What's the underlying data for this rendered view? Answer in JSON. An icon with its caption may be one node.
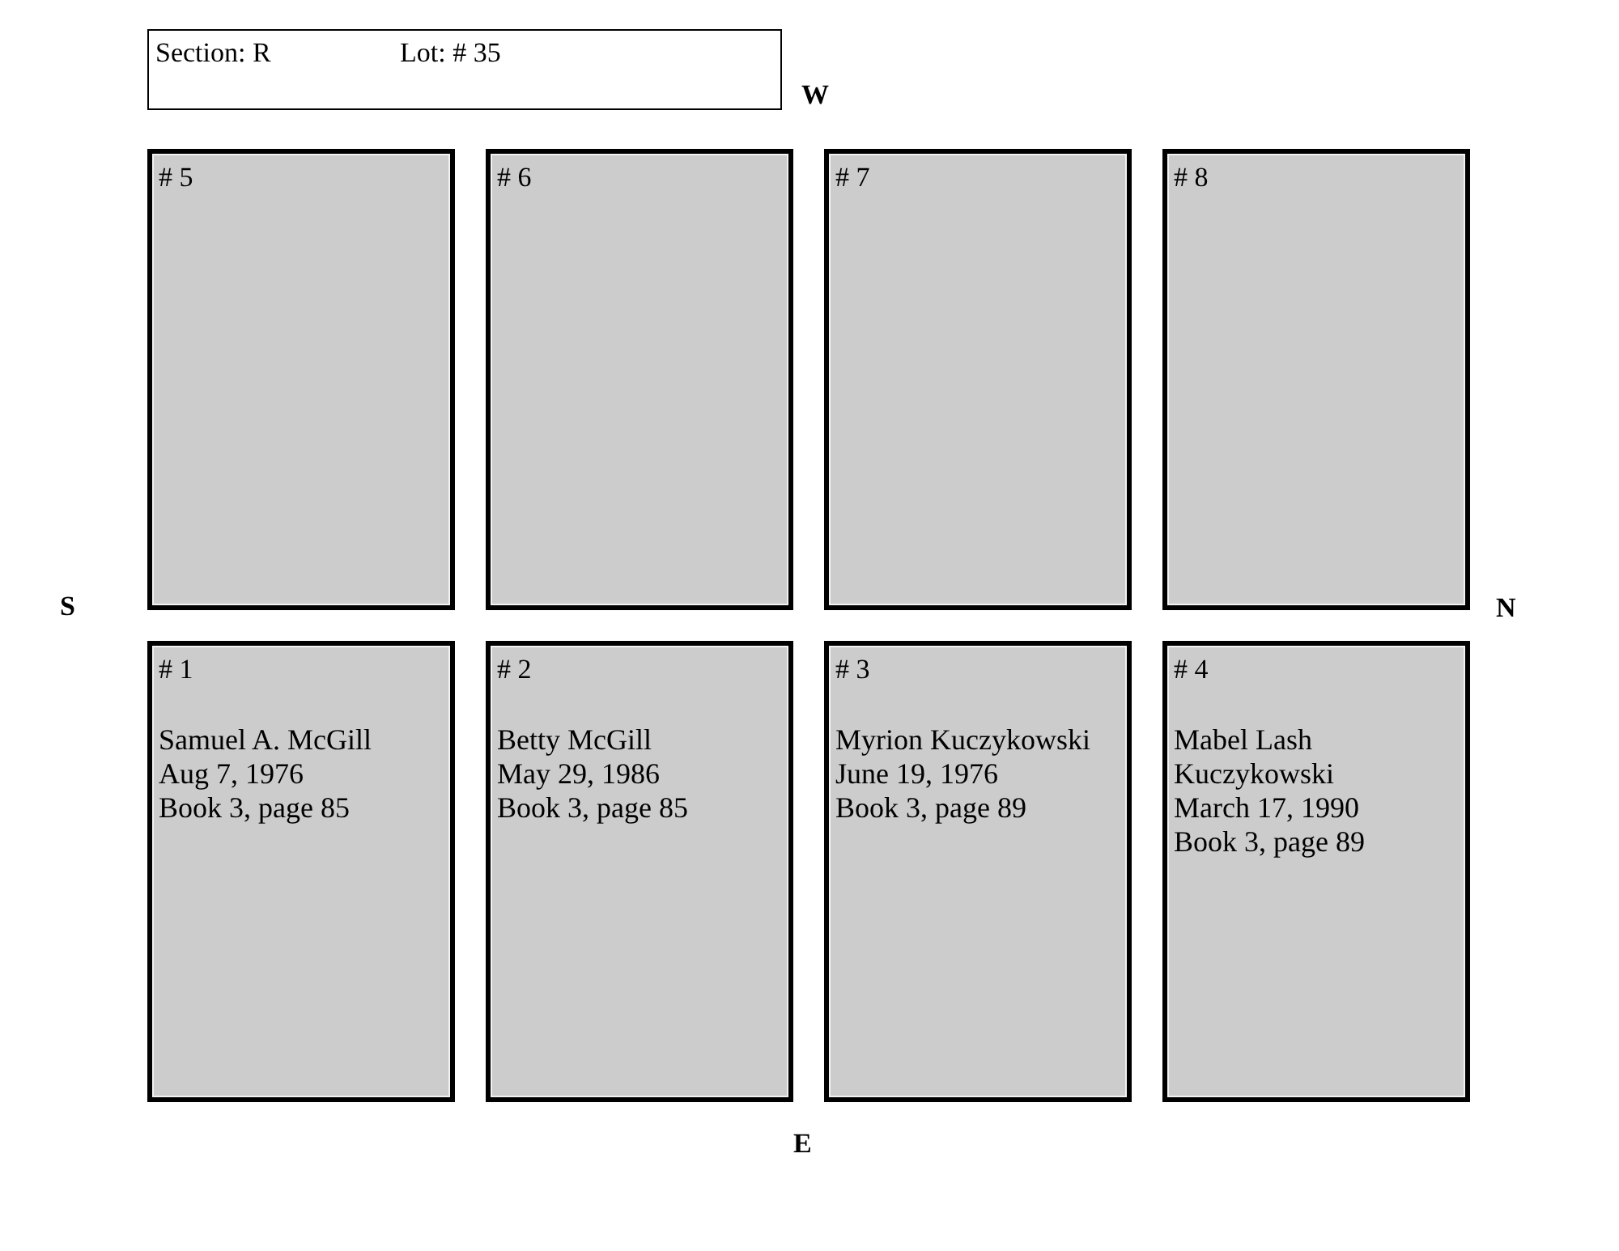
{
  "diagram": {
    "nodes": [
      {
        "text": [
          "Section: R",
          "Lot: # 35"
        ]
      },
      {
        "text": [
          "# 5"
        ]
      },
      {
        "text": [
          "# 6"
        ]
      },
      {
        "text": [
          "# 7"
        ]
      },
      {
        "text": [
          "# 8"
        ]
      },
      {
        "text": [
          "# 1",
          "Samuel A. McGill",
          "Aug 7, 1976",
          "Book 3, page 85"
        ]
      },
      {
        "text": [
          "# 2",
          "Betty McGill",
          "May 29, 1986",
          "Book 3, page 85"
        ]
      },
      {
        "text": [
          "# 3",
          "Myrion Kuczykowski",
          "June 19, 1976",
          "Book 3, page 89"
        ]
      },
      {
        "text": [
          "# 4",
          "Mabel Lash Kuczykowski",
          "March 17, 1990",
          "Book 3, page 89"
        ]
      }
    ],
    "labels": [
      "W",
      "S",
      "N",
      "E"
    ]
  }
}
